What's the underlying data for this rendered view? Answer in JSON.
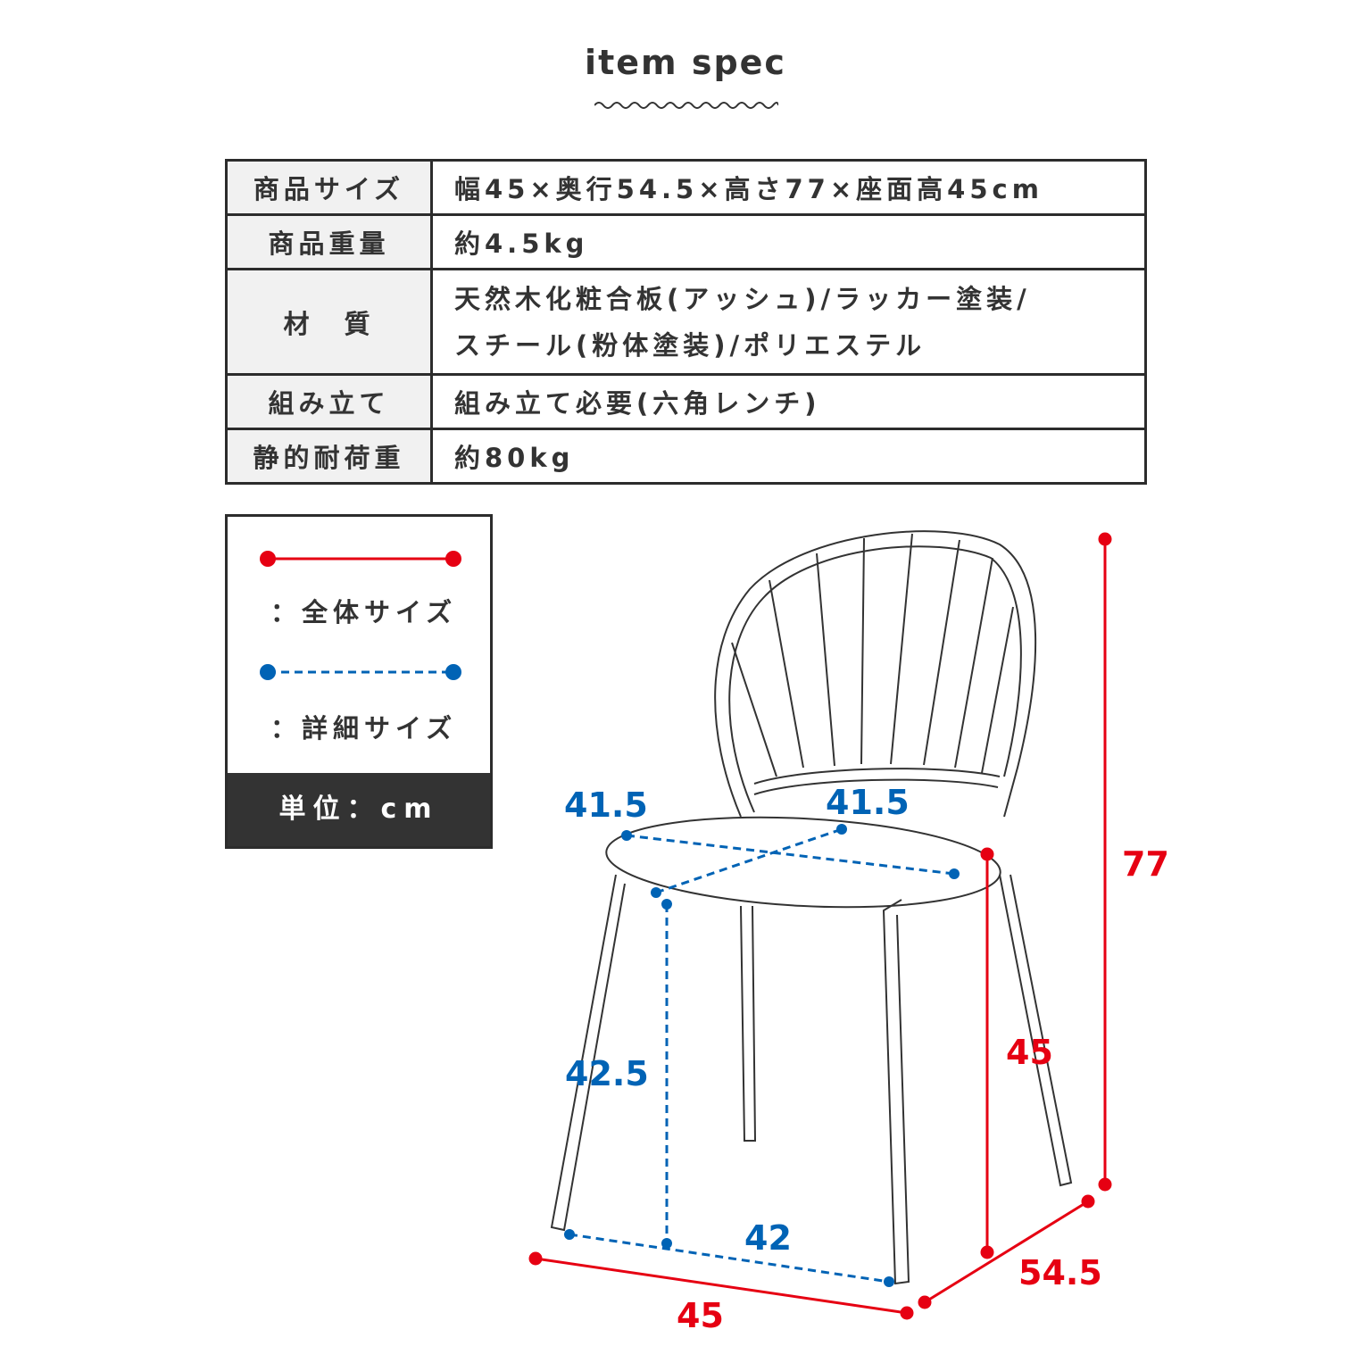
{
  "title": "item spec",
  "spec_table": [
    {
      "label": "商品サイズ",
      "value": "幅45×奥行54.5×高さ77×座面高45cm"
    },
    {
      "label": "商品重量",
      "value": "約4.5kg"
    },
    {
      "label": "材　質",
      "value_lines": [
        "天然木化粧合板(アッシュ)/ラッカー塗装/",
        "スチール(粉体塗装)/ポリエステル"
      ]
    },
    {
      "label": "組み立て",
      "value": "組み立て必要(六角レンチ)"
    },
    {
      "label": "静的耐荷重",
      "value": "約80kg"
    }
  ],
  "legend": {
    "overall": "：全体サイズ",
    "detail": "：詳細サイズ",
    "unit": "単位：cm"
  },
  "colors": {
    "overall": "#e60012",
    "detail": "#0063b5"
  },
  "dimensions": {
    "overall_height": "77",
    "seat_height": "45",
    "width": "45",
    "depth": "54.5",
    "seat_width": "41.5",
    "seat_depth": "41.5",
    "seat_floor": "42.5",
    "leg_span": "42"
  }
}
